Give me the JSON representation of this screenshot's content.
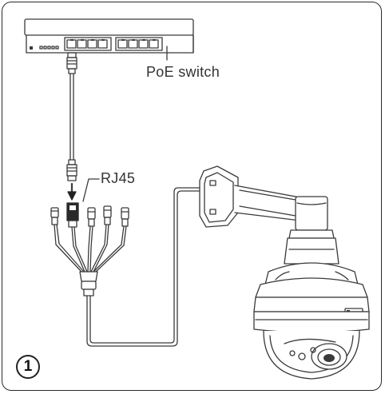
{
  "labels": {
    "switch": "PoE switch",
    "connector": "RJ45"
  },
  "step_number": "1"
}
